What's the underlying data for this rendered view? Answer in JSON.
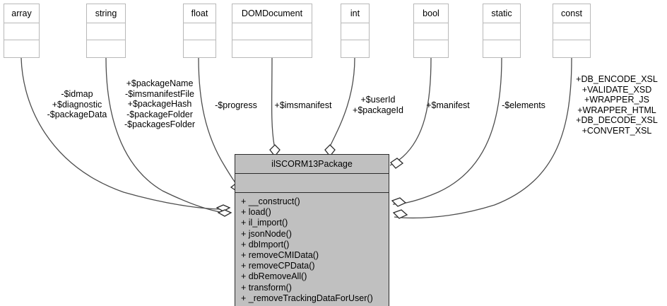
{
  "diagram": {
    "type": "uml-class-diagram",
    "main_class": {
      "name": "ilSCORM13Package",
      "attributes": [],
      "methods": [
        "+ __construct()",
        "+ load()",
        "+ il_import()",
        "+ jsonNode()",
        "+ dbImport()",
        "+ removeCMIData()",
        "+ removeCPData()",
        "+ dbRemoveAll()",
        "+ transform()",
        "+ _removeTrackingDataForUser()"
      ]
    },
    "type_nodes": [
      {
        "name": "array"
      },
      {
        "name": "string"
      },
      {
        "name": "float"
      },
      {
        "name": "DOMDocument"
      },
      {
        "name": "int"
      },
      {
        "name": "bool"
      },
      {
        "name": "static"
      },
      {
        "name": "const"
      }
    ],
    "edge_labels": [
      {
        "for": "array",
        "lines": [
          "-$idmap",
          "+$diagnostic",
          "-$packageData"
        ]
      },
      {
        "for": "string",
        "lines": [
          "+$packageName",
          "-$imsmanifestFile",
          "+$packageHash",
          "-$packageFolder",
          "-$packagesFolder"
        ]
      },
      {
        "for": "float",
        "lines": [
          "-$progress"
        ]
      },
      {
        "for": "DOMDocument",
        "lines": [
          "+$imsmanifest"
        ]
      },
      {
        "for": "int",
        "lines": [
          "+$userId",
          "+$packageId"
        ]
      },
      {
        "for": "bool",
        "lines": [
          "+$manifest"
        ]
      },
      {
        "for": "static",
        "lines": [
          "-$elements"
        ]
      },
      {
        "for": "const",
        "lines": [
          "+DB_ENCODE_XSL",
          "+VALIDATE_XSD",
          "+WRAPPER_JS",
          "+WRAPPER_HTML",
          "+DB_DECODE_XSL",
          "+CONVERT_XSL"
        ]
      }
    ],
    "colors": {
      "class_fill": "#c0c0c0",
      "class_border": "#2b2b2b",
      "type_border": "#b8b8b8",
      "edge_stroke": "#4d4d4d",
      "background": "#ffffff"
    }
  }
}
